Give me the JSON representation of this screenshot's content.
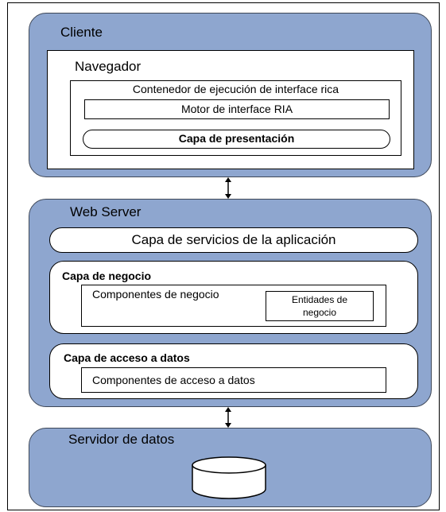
{
  "tiers": {
    "client": {
      "label": "Cliente",
      "browser": {
        "label": "Navegador",
        "container": {
          "label": "Contenedor de ejecución de interface rica",
          "engine": "Motor de interface RIA",
          "presentation": "Capa de presentación"
        }
      }
    },
    "web_server": {
      "label": "Web Server",
      "app_services": "Capa de servicios de la aplicación",
      "business": {
        "label": "Capa de negocio",
        "components": "Componentes de negocio",
        "entities_line1": "Entidades de",
        "entities_line2": "negocio"
      },
      "data_access": {
        "label": "Capa de acceso a datos",
        "components": "Componentes de acceso a datos"
      }
    },
    "data_server": {
      "label": "Servidor de datos"
    }
  },
  "colors": {
    "tier_fill": "#8ea6cf",
    "tier_border": "#3d4656",
    "box_fill": "#ffffff"
  },
  "icons": [
    "double-arrow-icon",
    "database-icon"
  ]
}
